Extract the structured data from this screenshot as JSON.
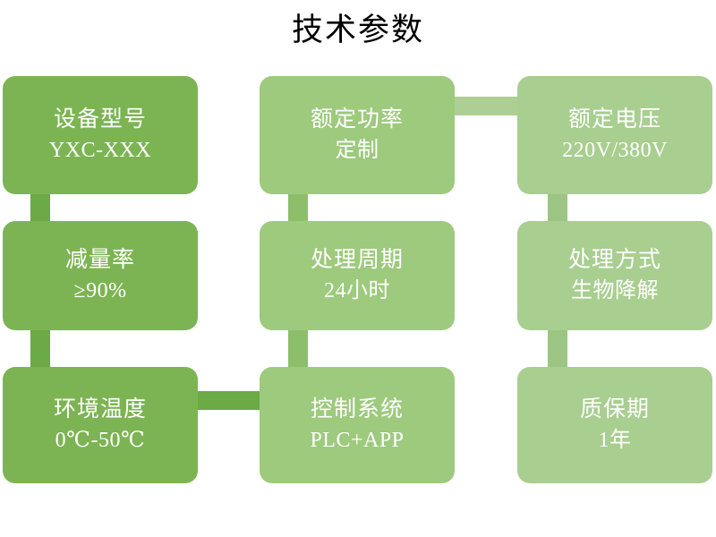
{
  "page": {
    "title": "技术参数",
    "background_color": "#FFFFFF",
    "title_color": "#000000"
  },
  "palette": {
    "column_1": "#7CB453",
    "column_2": "#9DCA7D",
    "column_3": "#A8CE90",
    "connector_dark": "#6BAA44",
    "connector_mid": "#8DBF6B",
    "connector_light": "#BAD5A6",
    "text": "#FFFFFF"
  },
  "cards": [
    {
      "id": "device-model",
      "label": "设备型号",
      "value": "YXC-XXX"
    },
    {
      "id": "rated-power",
      "label": "额定功率",
      "value": "定制"
    },
    {
      "id": "rated-voltage",
      "label": "额定电压",
      "value": "220V/380V"
    },
    {
      "id": "reduction-rate",
      "label": "减量率",
      "value": "≥90%"
    },
    {
      "id": "treatment-cycle",
      "label": "处理周期",
      "value": "24小时"
    },
    {
      "id": "treatment-method",
      "label": "处理方式",
      "value": "生物降解"
    },
    {
      "id": "ambient-temperature",
      "label": "环境温度",
      "value": "0℃-50℃"
    },
    {
      "id": "control-system",
      "label": "控制系统",
      "value": "PLC+APP"
    },
    {
      "id": "warranty-period",
      "label": "质保期",
      "value": "1年"
    }
  ]
}
